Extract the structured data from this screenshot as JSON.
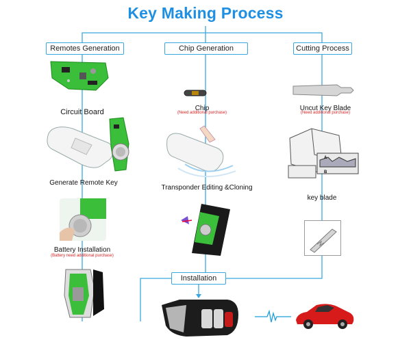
{
  "title": "Key Making Process",
  "columns": {
    "remotes": {
      "header": "Remotes Generation",
      "steps": [
        {
          "label": "Circuit Board"
        },
        {
          "label": "Generate Remote Key"
        },
        {
          "label": "Battery Installation",
          "note": "(Battery need additional purchase)"
        }
      ]
    },
    "chip": {
      "header": "Chip Generation",
      "steps": [
        {
          "label": "Chip",
          "note": "(Need additional purchase)"
        },
        {
          "label": "Transponder Editing &Cloning"
        }
      ]
    },
    "cutting": {
      "header": "Cutting Process",
      "steps": [
        {
          "label": "Uncut Key  Blade",
          "note": "(Need additional purchase)"
        },
        {
          "label": "key blade"
        }
      ]
    }
  },
  "blade_marks": {
    "a": "A",
    "b": "B"
  },
  "installation": "Installation",
  "colors": {
    "accent": "#1e8fe1",
    "line": "#39a7df",
    "board": "#3bbf3b",
    "note": "#dd2222",
    "car": "#d71a1a"
  }
}
